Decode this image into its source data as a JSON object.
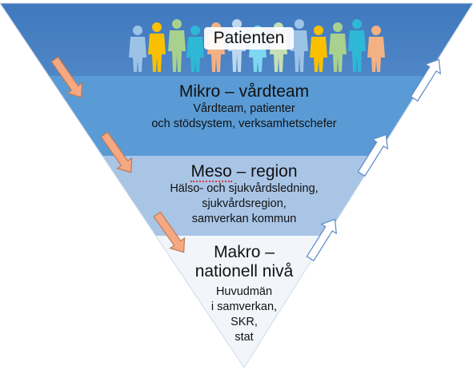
{
  "patient_label": "Patienten",
  "levels": {
    "mikro": {
      "title": "Mikro – vårdteam",
      "lines": [
        "Vårdteam, patienter",
        "och stödsystem, verksamhetschefer"
      ]
    },
    "meso": {
      "title_word": "Meso",
      "title_rest": " – region",
      "lines": [
        "Hälso- och sjukvårdsledning,",
        "sjukvårdsregion,",
        "samverkan kommun"
      ]
    },
    "makro": {
      "title_lines": [
        "Makro –",
        "nationell nivå"
      ],
      "lines": [
        "Huvudmän",
        "i samverkan,",
        "SKR,",
        "stat"
      ]
    }
  },
  "colors": {
    "top_band": "#4f86c6",
    "mikro_band": "#5a9bd5",
    "meso_band": "#a9c5e6",
    "makro_band": "#f2f6fb",
    "down_arrow": "#f4a983",
    "up_arrow": "#ffffff",
    "people": [
      "#9cc3e6",
      "#f8c000",
      "#a9d18e",
      "#2eb8d6",
      "#f4b183",
      "#bdd7ee",
      "#7fd6f0",
      "#c5e0b4"
    ]
  },
  "icons": {
    "down_arrow": "orange-down-arrow-icon",
    "up_arrow": "white-up-arrow-icon",
    "people": "people-silhouette-icon"
  }
}
